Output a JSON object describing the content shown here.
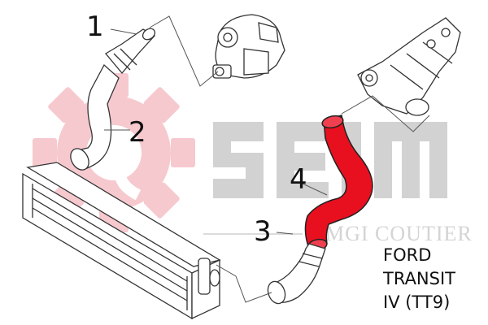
{
  "watermark": {
    "brand": "SEIM",
    "subtitle": "MGI COUTIER",
    "gear_color": "#f6c9cf",
    "letter_color": "#d2d2d2"
  },
  "callouts": [
    "1",
    "2",
    "3",
    "4"
  ],
  "highlight_color": "#e8101f",
  "caption": {
    "make": "FORD",
    "model": "TRANSIT",
    "version": "IV (TT9)"
  }
}
